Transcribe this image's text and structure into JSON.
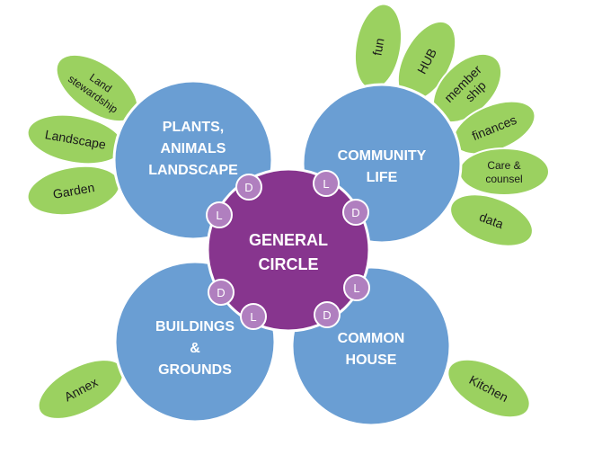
{
  "circles": {
    "plants": {
      "line1": "PLANTS,",
      "line2": "ANIMALS",
      "line3": "LANDSCAPE"
    },
    "community": {
      "line1": "COMMUNITY",
      "line2": "LIFE"
    },
    "buildings": {
      "line1": "BUILDINGS",
      "line2": "&",
      "line3": "GROUNDS"
    },
    "common": {
      "line1": "COMMON",
      "line2": "HOUSE"
    },
    "general": {
      "line1": "GENERAL",
      "line2": "CIRCLE"
    }
  },
  "leaves": {
    "land_stewardship": {
      "line1": "Land",
      "line2": "stewardship"
    },
    "landscape": "Landscape",
    "garden": "Garden",
    "fun": "fun",
    "hub": "HUB",
    "membership": {
      "line1": "member",
      "line2": "ship"
    },
    "finances": "finances",
    "care_counsel": {
      "line1": "Care &",
      "line2": "counsel"
    },
    "data": "data",
    "annex": "Annex",
    "kitchen": "Kitchen"
  },
  "badges": {
    "d": "D",
    "l": "L"
  },
  "colors": {
    "leaf": "#9bd160",
    "circle": "#6a9ed3",
    "center": "#87358e",
    "badge": "#b07fbf"
  }
}
